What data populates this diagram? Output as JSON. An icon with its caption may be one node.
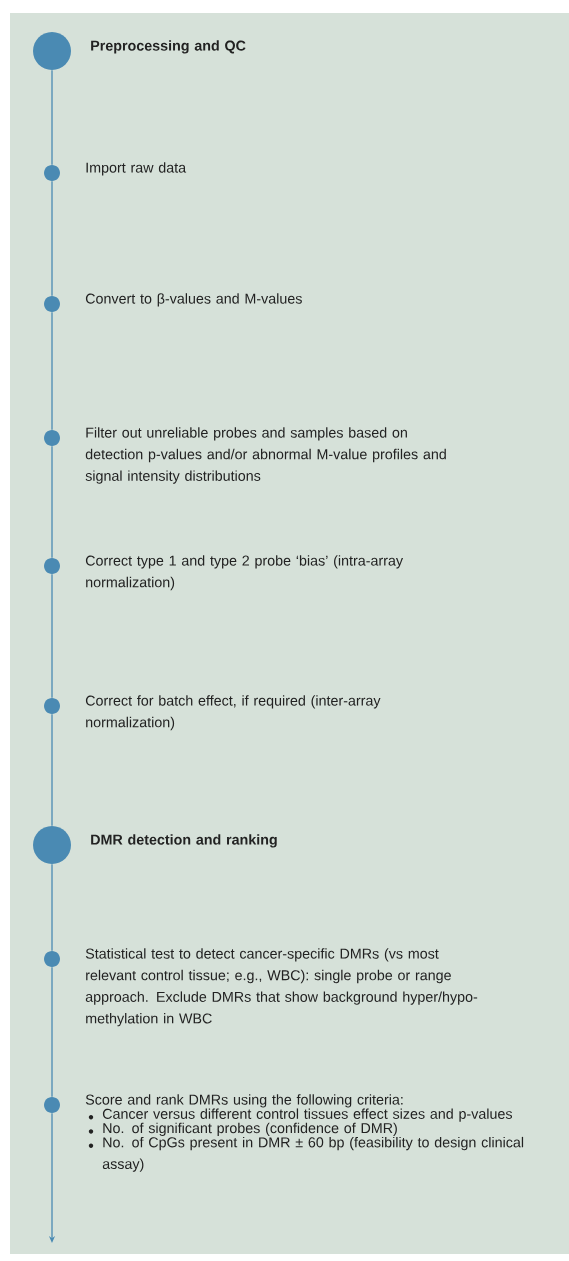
{
  "diagram": {
    "nodes": [
      {
        "text": [],
        "shape": "circle",
        "beside": [
          "Preprocessing and QC"
        ]
      },
      {
        "text": [],
        "shape": "circle",
        "beside": [
          "Import raw data"
        ]
      },
      {
        "text": [],
        "shape": "circle",
        "beside": [
          "Convert to β-values and M-values"
        ]
      },
      {
        "text": [],
        "shape": "circle",
        "beside": [
          "Filter out unreliable probes and samples based on detection p-values and/or abnormal M-value profiles and signal intensity distributions"
        ]
      },
      {
        "text": [],
        "shape": "circle",
        "beside": [
          "Correct type 1 and type 2 probe ‘bias’ (intra-array normalization)"
        ]
      },
      {
        "text": [],
        "shape": "circle",
        "beside": [
          "Correct for batch effect, if required (inter-array normalization)"
        ]
      },
      {
        "text": [],
        "shape": "circle",
        "beside": [
          "DMR detection and ranking"
        ]
      },
      {
        "text": [],
        "shape": "circle",
        "beside": [
          "Statistical test to detect cancer-specific DMRs (vs most relevant control tissue; e.g., WBC): single probe or range approach. Exclude DMRs that show background hyper/hypo-methylation in WBC"
        ]
      },
      {
        "text": [],
        "shape": "circle",
        "beside": [
          "Score and rank DMRs using the following criteria:",
          "Cancer versus different control tissues effect sizes and p-values",
          "No. of significant probes (confidence of DMR)",
          "No. of CpGs present in DMR ± 60 bp (feasibility to design clinical assay)"
        ]
      }
    ],
    "edges": [
      {
        "from": 0,
        "to": 1,
        "arrow": "none"
      },
      {
        "from": 1,
        "to": 2,
        "arrow": "none"
      },
      {
        "from": 2,
        "to": 3,
        "arrow": "none"
      },
      {
        "from": 3,
        "to": 4,
        "arrow": "none"
      },
      {
        "from": 4,
        "to": 5,
        "arrow": "none"
      },
      {
        "from": 5,
        "to": 6,
        "arrow": "none"
      },
      {
        "from": 6,
        "to": 7,
        "arrow": "none"
      },
      {
        "from": 7,
        "to": 8,
        "arrow": "none"
      },
      {
        "from": 8,
        "to": null,
        "arrow": "to"
      }
    ]
  }
}
